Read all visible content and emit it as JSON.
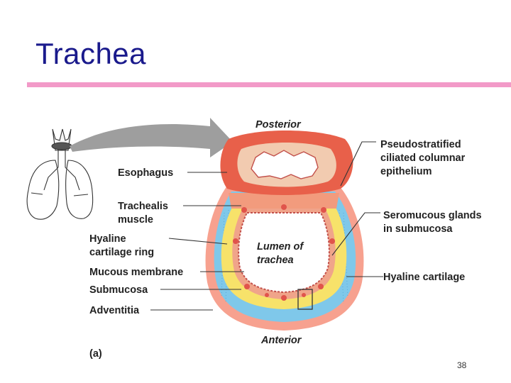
{
  "slide": {
    "title": "Trachea",
    "page_number": "38"
  },
  "diagram": {
    "orientation_top": "Posterior",
    "orientation_bottom": "Anterior",
    "lumen_line1": "Lumen of",
    "lumen_line2": "trachea",
    "panel_label": "(a)",
    "left_labels": {
      "esophagus": "Esophagus",
      "trachealis_1": "Trachealis",
      "trachealis_2": "muscle",
      "hyaline_ring_1": "Hyaline",
      "hyaline_ring_2": "cartilage ring",
      "mucous_membrane": "Mucous membrane",
      "submucosa": "Submucosa",
      "adventitia": "Adventitia"
    },
    "right_labels": {
      "epithelium_1": "Pseudostratified",
      "epithelium_2": "ciliated columnar",
      "epithelium_3": "epithelium",
      "glands_1": "Seromucous glands",
      "glands_2": "in submucosa",
      "hyaline_cartilage": "Hyaline cartilage"
    },
    "colors": {
      "esophagus_outer": "#e8604a",
      "esophagus_inner": "#f2cbb0",
      "adventitia": "#f7a18f",
      "cartilage": "#7fc8ea",
      "submucosa": "#f7e26a",
      "mucosa": "#f0a48a",
      "arrow": "#9e9e9e",
      "title": "#1a1a8c",
      "rule": "#f29ac8"
    }
  }
}
